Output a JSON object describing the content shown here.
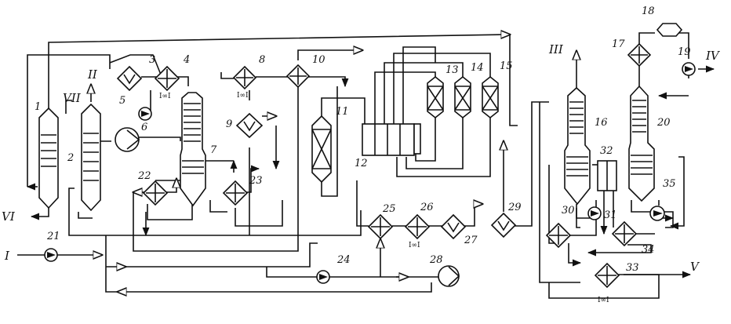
{
  "diagram": {
    "stream_labels": {
      "I": "I",
      "II": "II",
      "III": "III",
      "IV": "IV",
      "V": "V",
      "VI": "VI",
      "VII": "VII"
    },
    "equipment_numbers": {
      "n1": "1",
      "n2": "2",
      "n3": "3",
      "n4": "4",
      "n5": "5",
      "n6": "6",
      "n7": "7",
      "n8": "8",
      "n9": "9",
      "n10": "10",
      "n11": "11",
      "n12": "12",
      "n13": "13",
      "n14": "14",
      "n15": "15",
      "n16": "16",
      "n17": "17",
      "n18": "18",
      "n19": "19",
      "n20": "20",
      "n21": "21",
      "n22": "22",
      "n23": "23",
      "n24": "24",
      "n25": "25",
      "n26": "26",
      "n27": "27",
      "n28": "28",
      "n29": "29",
      "n30": "30",
      "n31": "31",
      "n32": "32",
      "n33": "33",
      "n34": "34",
      "n35": "35"
    }
  }
}
